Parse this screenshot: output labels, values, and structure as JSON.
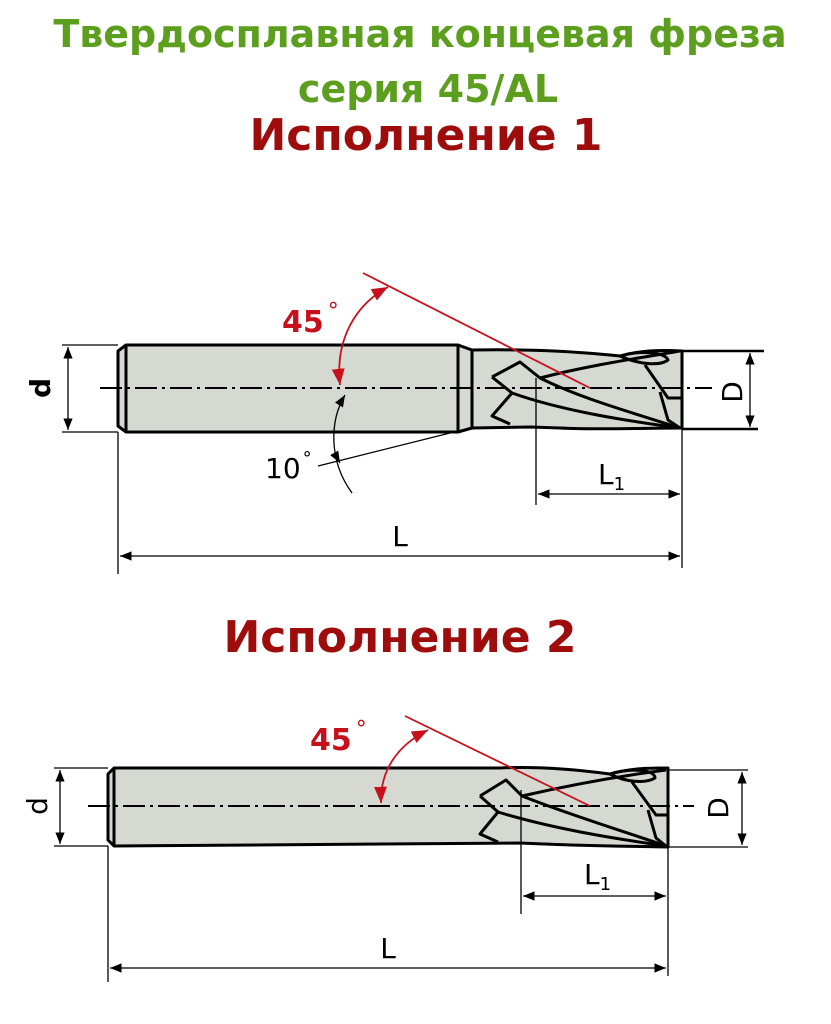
{
  "title": {
    "line1": "Твердосплавная концевая фреза",
    "line2": "серия 45/AL"
  },
  "variant1": {
    "heading": "Исполнение 1",
    "helix_angle": "45",
    "degree": "°",
    "relief_angle": "10",
    "dims": {
      "d": "d",
      "D": "D",
      "L1": "L",
      "L1_sub": "1",
      "L": "L"
    }
  },
  "variant2": {
    "heading": "Исполнение 2",
    "helix_angle": "45",
    "degree": "°",
    "dims": {
      "d": "d",
      "D": "D",
      "L1": "L",
      "L1_sub": "1",
      "L": "L"
    }
  },
  "colors": {
    "title": "#5c9e1e",
    "heading": "#9e0c0c",
    "angle": "#c8101a",
    "body": "#d6d8d2"
  }
}
